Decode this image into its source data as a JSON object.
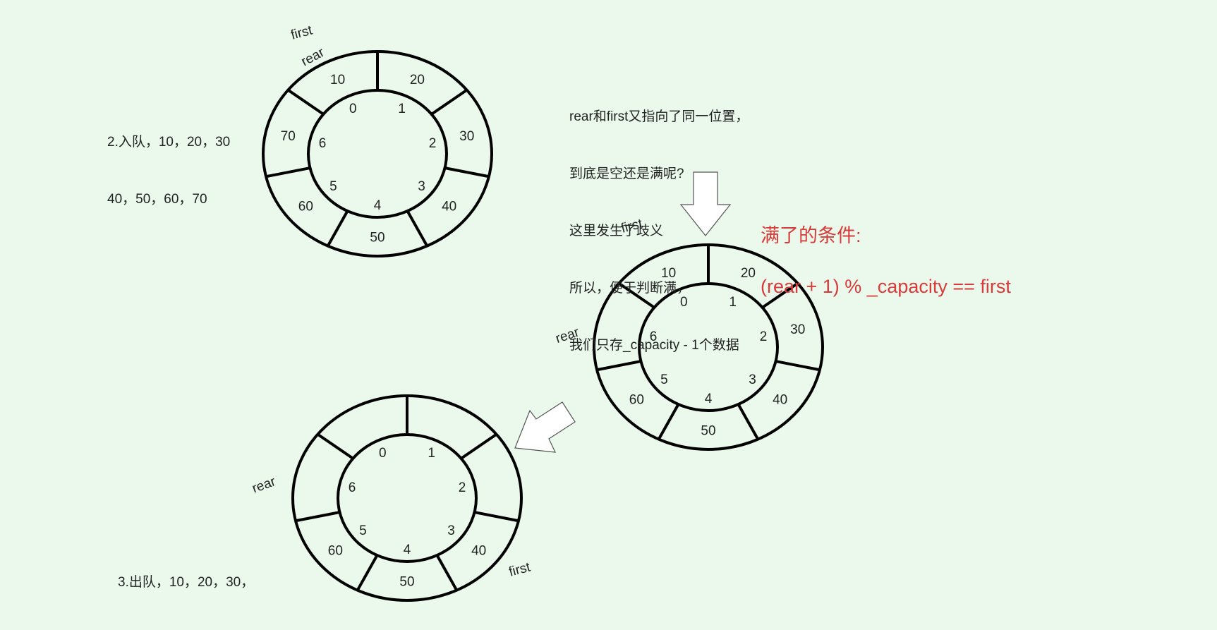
{
  "notes": {
    "step2_line1": "2.入队，10，20，30",
    "step2_line2": "40，50，60，70",
    "step3": "3.出队，10，20，30，",
    "ambiguity_line1": "rear和first又指向了同一位置，",
    "ambiguity_line2": "到底是空还是满呢?",
    "ambiguity_line3": "这里发生了歧义",
    "ambiguity_line4": "所以，便于判断满，",
    "ambiguity_line5": "我们只存_capacity - 1个数据"
  },
  "condition": {
    "title": "满了的条件:",
    "formula": "(rear + 1) % _capacity == first",
    "color": "#d93a3a"
  },
  "queues": [
    {
      "name": "queue-step2",
      "indices": [
        "0",
        "1",
        "2",
        "3",
        "4",
        "5",
        "6"
      ],
      "values": [
        "10",
        "20",
        "30",
        "40",
        "50",
        "60",
        "70"
      ],
      "pointers": [
        {
          "label": "first",
          "key": "first"
        },
        {
          "label": "rear",
          "key": "rear"
        }
      ]
    },
    {
      "name": "queue-full",
      "indices": [
        "0",
        "1",
        "2",
        "3",
        "4",
        "5",
        "6"
      ],
      "values": [
        "10",
        "20",
        "30",
        "40",
        "50",
        "60",
        ""
      ],
      "pointers": [
        {
          "label": "first",
          "key": "first"
        },
        {
          "label": "rear",
          "key": "rear"
        }
      ]
    },
    {
      "name": "queue-step3",
      "indices": [
        "0",
        "1",
        "2",
        "3",
        "4",
        "5",
        "6"
      ],
      "values": [
        "",
        "",
        "",
        "40",
        "50",
        "60",
        ""
      ],
      "pointers": [
        {
          "label": "rear",
          "key": "rear"
        },
        {
          "label": "first",
          "key": "first"
        }
      ]
    }
  ]
}
